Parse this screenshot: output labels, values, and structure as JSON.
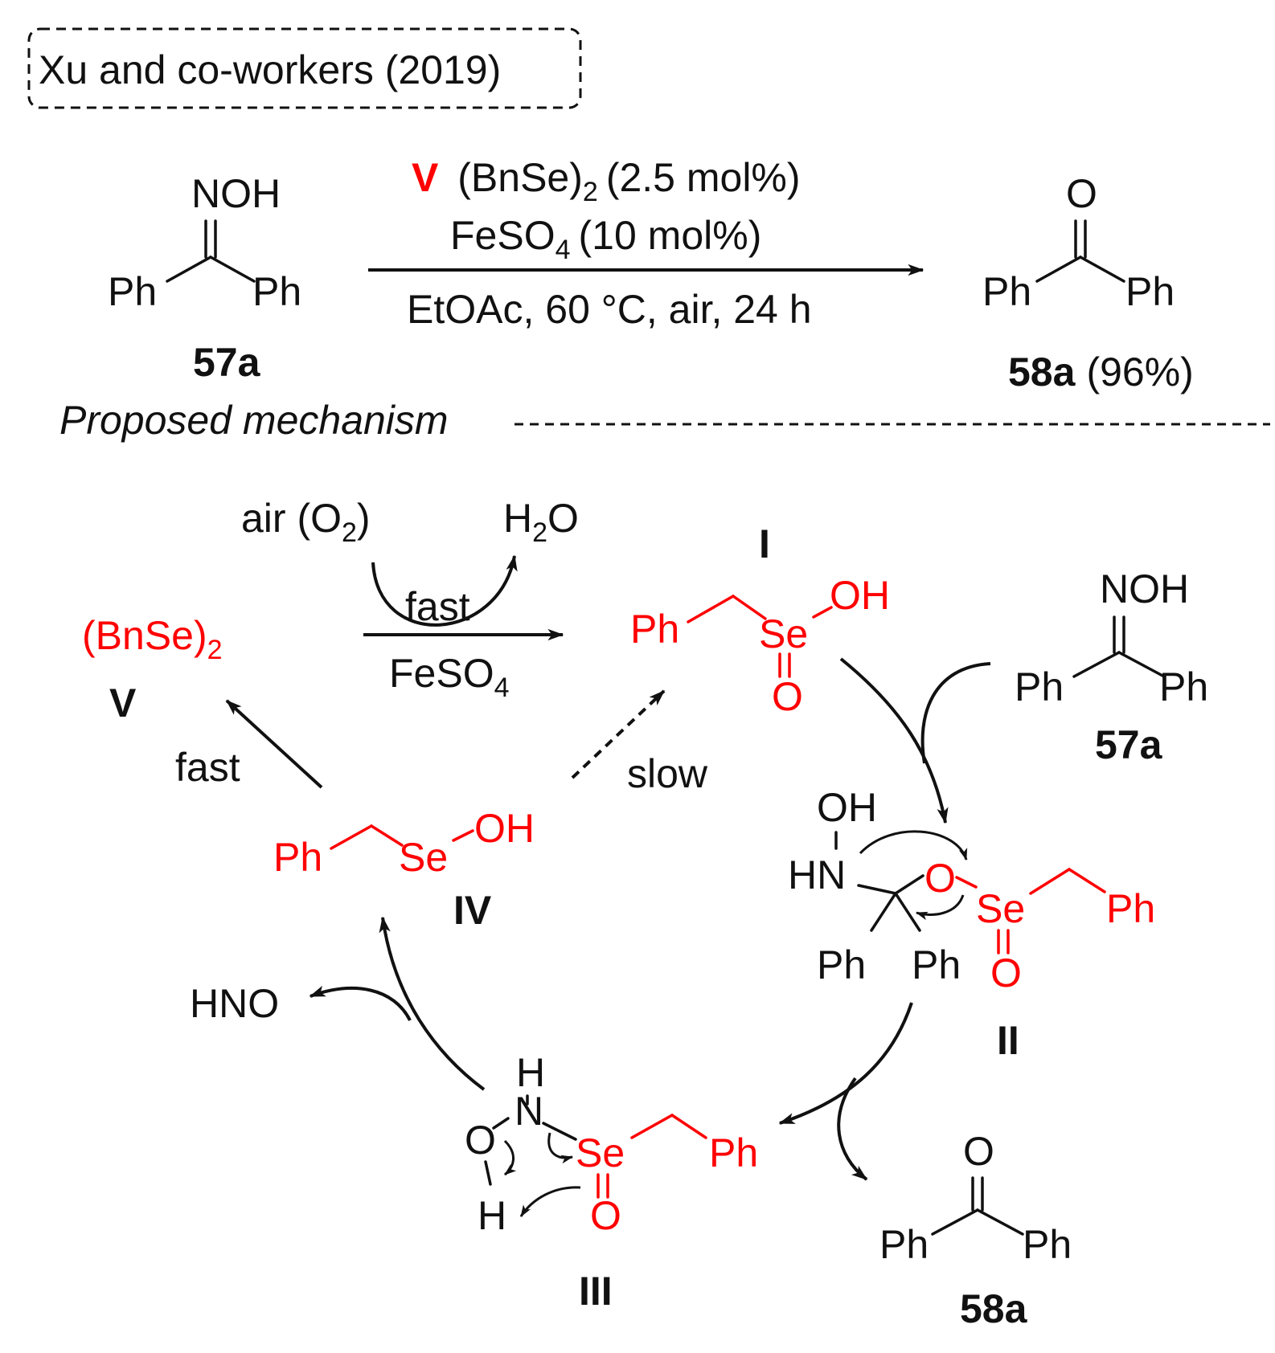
{
  "header": {
    "title": "Xu and co-workers (2019)"
  },
  "reaction": {
    "catalyst_label": "V",
    "catalyst_text": "(BnSe)",
    "catalyst_sub": "2",
    "catalyst_amount": "(2.5 mol%)",
    "additive_text": "FeSO",
    "additive_sub": "4",
    "additive_amount": "(10 mol%)",
    "conditions": "EtOAc, 60 °C, air, 24 h",
    "reactant": {
      "group_top": "NOH",
      "left": "Ph",
      "right": "Ph",
      "label": "57a"
    },
    "product": {
      "group_top": "O",
      "left": "Ph",
      "right": "Ph",
      "label": "58a",
      "yield": "(96%)"
    }
  },
  "mechanism": {
    "heading": "Proposed mechanism",
    "oxidant_text": "air (O",
    "oxidant_sub": "2",
    "oxidant_close": ")",
    "water_text": "H",
    "water_sub": "2",
    "water_close": "O",
    "arrow_top_label": "fast",
    "arrow_bottom_text": "FeSO",
    "arrow_bottom_sub": "4",
    "species_v_text": "(BnSe)",
    "species_v_sub": "2",
    "species_v_label": "V",
    "fast_label": "fast",
    "slow_label": "slow",
    "species_i": {
      "label": "I",
      "ph": "Ph",
      "se": "Se",
      "oh": "OH",
      "o": "O"
    },
    "species_ii": {
      "label": "II",
      "oh": "OH",
      "hn": "HN",
      "o": "O",
      "se": "Se",
      "ph": "Ph",
      "o_bottom": "O",
      "ph_left": "Ph",
      "ph_right": "Ph"
    },
    "species_iii": {
      "label": "III",
      "h_top": "H",
      "n": "N",
      "o": "O",
      "h_bottom": "H",
      "se": "Se",
      "o_bottom": "O",
      "ph": "Ph"
    },
    "species_iv": {
      "label": "IV",
      "ph": "Ph",
      "se": "Se",
      "oh": "OH"
    },
    "hno": "HNO",
    "reactant_57a": {
      "group_top": "NOH",
      "left": "Ph",
      "right": "Ph",
      "label": "57a"
    },
    "product_58a": {
      "group_top": "O",
      "left": "Ph",
      "right": "Ph",
      "label": "58a"
    }
  },
  "colors": {
    "highlight": "#ff0000",
    "ink": "#111111"
  }
}
